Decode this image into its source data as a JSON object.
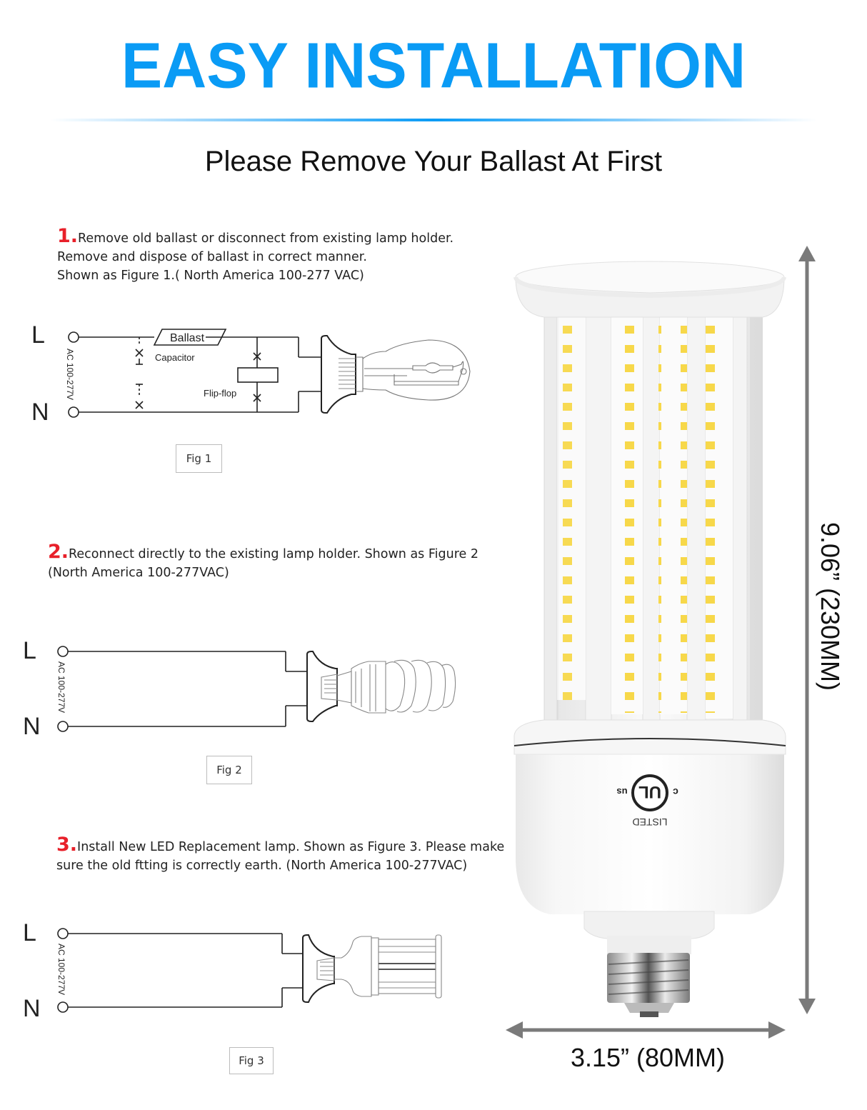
{
  "header": {
    "title": "EASY INSTALLATION",
    "subtitle": "Please Remove Your Ballast At First",
    "accent_color": "#0a9bf5"
  },
  "steps": [
    {
      "number": "1.",
      "lines": [
        "Remove old ballast or disconnect from existing lamp holder.",
        "Remove and dispose of ballast in correct manner.",
        "Shown as Figure 1.( North America 100-277 VAC)"
      ]
    },
    {
      "number": "2.",
      "lines": [
        "Reconnect directly to the existing lamp holder. Shown as Figure 2",
        "(North America 100-277VAC)"
      ]
    },
    {
      "number": "3.",
      "lines": [
        "Install New LED Replacement lamp. Shown as Figure 3. Please make",
        "sure the old ftting is correctly earth. (North America 100-277VAC)"
      ]
    }
  ],
  "figures": [
    {
      "caption": "Fig 1",
      "terminal_live": "L",
      "terminal_neutral": "N",
      "voltage_label": "AC 100-277V",
      "ballast_label": "Ballast",
      "capacitor_label": "Capacitor",
      "flipflop_label": "Flip-flop",
      "bulb": "hid-bulb-icon"
    },
    {
      "caption": "Fig 2",
      "terminal_live": "L",
      "terminal_neutral": "N",
      "voltage_label": "AC 100-277V",
      "bulb": "cfl-spiral-bulb-icon"
    },
    {
      "caption": "Fig 3",
      "terminal_live": "L",
      "terminal_neutral": "N",
      "voltage_label": "AC 100-277V",
      "bulb": "led-corn-bulb-icon"
    }
  ],
  "product": {
    "height_label": "9.06” (230MM)",
    "width_label": "3.15” (80MM)",
    "certification": {
      "mark": "UL",
      "left": "c",
      "right": "us",
      "text": "LISTED"
    },
    "led_color": "#f7d84a",
    "arrow_color": "#7a7a7a"
  }
}
